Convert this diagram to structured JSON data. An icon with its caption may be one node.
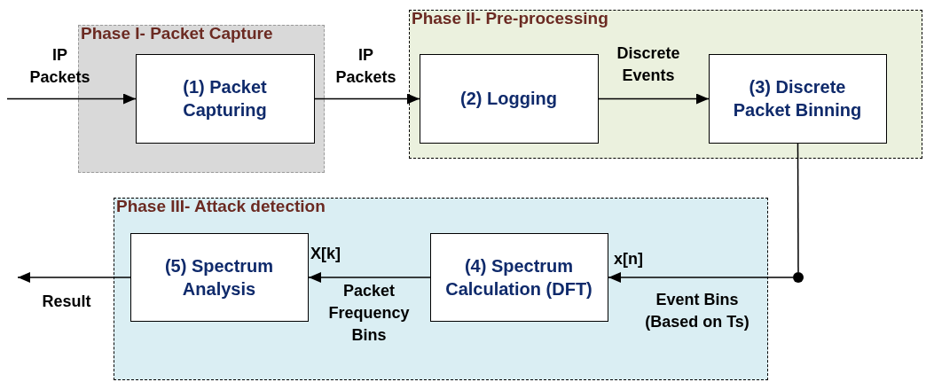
{
  "diagram": {
    "nodes": [
      {
        "text": [
          "Phase I- Packet Capture"
        ]
      },
      {
        "text": [
          "(1) Packet Capturing"
        ],
        "in": 0
      },
      {
        "text": [
          "Phase II- Pre-processing"
        ]
      },
      {
        "text": [
          "(2) Logging"
        ],
        "in": 2
      },
      {
        "text": [
          "(3) Discrete Packet Binning"
        ],
        "in": 2
      },
      {
        "text": [
          "Phase III- Attack detection"
        ]
      },
      {
        "text": [
          "(5) Spectrum Analysis"
        ],
        "in": 5
      },
      {
        "text": [
          "(4) Spectrum Calculation (DFT)"
        ],
        "in": 5
      },
      {
        "text": [],
        "shape": "circle"
      }
    ],
    "edges": [
      {
        "from": null,
        "to": 1,
        "arrow": "to",
        "label": "IP Packets"
      },
      {
        "from": 1,
        "to": 3,
        "arrow": "to",
        "label": "IP Packets"
      },
      {
        "from": 3,
        "to": 4,
        "arrow": "to",
        "label": "Discrete Events"
      },
      {
        "from": 4,
        "to": 8,
        "arrow": "none"
      },
      {
        "from": 8,
        "to": 7,
        "arrow": "to",
        "label": "Event Bins (Based on Ts)"
      },
      {
        "from": 7,
        "to": 6,
        "arrow": "to",
        "label": "Packet Frequency Bins"
      },
      {
        "from": 6,
        "to": null,
        "arrow": "to",
        "label": "Result"
      }
    ],
    "labels": [
      "X[k]",
      "x[n]"
    ]
  }
}
